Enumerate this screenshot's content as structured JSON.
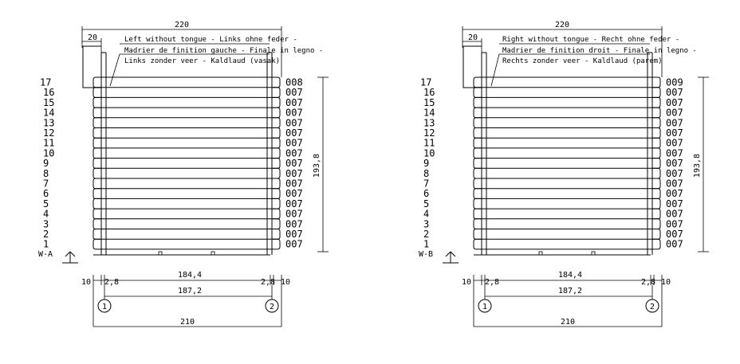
{
  "colors": {
    "line": "#000000",
    "background": "#ffffff"
  },
  "walls": [
    {
      "id": "W-A",
      "label": "W-A",
      "width_total": "220",
      "offset": "20",
      "height": "193,8",
      "note_lines": [
        "Left without tongue - Links ohne feder -",
        "Madrier de finition gauche - Finale in legno -",
        "Links zonder veer - Kaldlaud (vasak)"
      ],
      "course_numbers": [
        "17",
        "16",
        "15",
        "14",
        "13",
        "12",
        "11",
        "10",
        "9",
        "8",
        "7",
        "6",
        "5",
        "4",
        "3",
        "2",
        "1"
      ],
      "course_codes": [
        "008",
        "007",
        "007",
        "007",
        "007",
        "007",
        "007",
        "007",
        "007",
        "007",
        "007",
        "007",
        "007",
        "007",
        "007",
        "007",
        "007"
      ],
      "dim_side_left": "10",
      "dim_side_right": "10",
      "dim_inner": "184,4",
      "dim_inset_left": "2,8",
      "dim_inset_right": "2,8",
      "dim_axis": "187,2",
      "dim_base": "210",
      "axis_markers": [
        "1",
        "2"
      ]
    },
    {
      "id": "W-B",
      "label": "W-B",
      "width_total": "220",
      "offset": "20",
      "height": "193,8",
      "note_lines": [
        "Right without tongue - Recht ohne feder -",
        "Madrier de finition droit - Finale in legno -",
        "Rechts zonder veer - Kaldlaud (parem)"
      ],
      "course_numbers": [
        "17",
        "16",
        "15",
        "14",
        "13",
        "12",
        "11",
        "10",
        "9",
        "8",
        "7",
        "6",
        "5",
        "4",
        "3",
        "2",
        "1"
      ],
      "course_codes": [
        "009",
        "007",
        "007",
        "007",
        "007",
        "007",
        "007",
        "007",
        "007",
        "007",
        "007",
        "007",
        "007",
        "007",
        "007",
        "007",
        "007"
      ],
      "dim_side_left": "10",
      "dim_side_right": "10",
      "dim_inner": "184,4",
      "dim_inset_left": "2,8",
      "dim_inset_right": "2,8",
      "dim_axis": "187,2",
      "dim_base": "210",
      "axis_markers": [
        "1",
        "2"
      ]
    }
  ]
}
